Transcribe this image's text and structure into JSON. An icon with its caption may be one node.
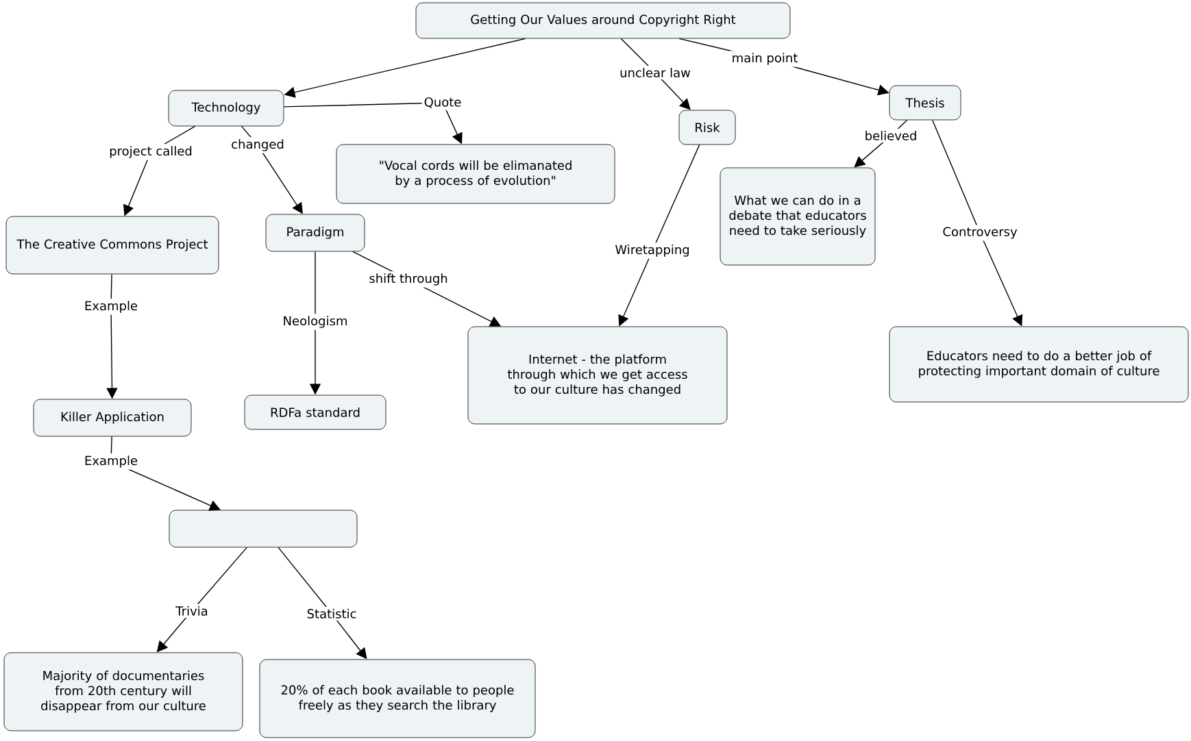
{
  "diagram": {
    "nodes": [
      {
        "text": [
          "Getting Our Values around Copyright Right"
        ]
      },
      {
        "text": [
          "Technology"
        ]
      },
      {
        "text": [
          "\"Vocal cords will be elimanated by a process of evolution\""
        ]
      },
      {
        "text": [
          "The Creative Commons Project"
        ]
      },
      {
        "text": [
          "Paradigm"
        ]
      },
      {
        "text": [
          "Risk"
        ]
      },
      {
        "text": [
          "Thesis"
        ]
      },
      {
        "text": [
          "What we can do in a debate that educators need to take seriously"
        ]
      },
      {
        "text": [
          "Internet - the platform through which we get access to our culture has changed"
        ]
      },
      {
        "text": [
          "Educators need to do a better job of protecting important domain of culture"
        ]
      },
      {
        "text": [
          "Killer Application"
        ]
      },
      {
        "text": [
          "RDFa standard"
        ]
      },
      {
        "text": [],
        "shape": "box"
      },
      {
        "text": [
          "Majority of documentaries from 20th century will disappear from our culture"
        ]
      },
      {
        "text": [
          "20% of each book available to people freely as they search the library"
        ]
      }
    ],
    "edges": [
      {
        "from": 0,
        "to": 1,
        "arrow": "to"
      },
      {
        "from": 0,
        "to": 5,
        "arrow": "to",
        "label": "unclear law"
      },
      {
        "from": 0,
        "to": 6,
        "arrow": "to",
        "label": "main point"
      },
      {
        "from": 1,
        "to": 2,
        "arrow": "to",
        "label": "Quote"
      },
      {
        "from": 1,
        "to": 3,
        "arrow": "to",
        "label": "project called"
      },
      {
        "from": 1,
        "to": 4,
        "arrow": "to",
        "label": "changed"
      },
      {
        "from": 3,
        "to": 10,
        "arrow": "to",
        "label": "Example"
      },
      {
        "from": 4,
        "to": 11,
        "arrow": "to",
        "label": "Neologism"
      },
      {
        "from": 4,
        "to": 8,
        "arrow": "to",
        "label": "shift through"
      },
      {
        "from": 5,
        "to": 8,
        "arrow": "to",
        "label": "Wiretapping"
      },
      {
        "from": 6,
        "to": 7,
        "arrow": "to",
        "label": "believed"
      },
      {
        "from": 6,
        "to": 9,
        "arrow": "to",
        "label": "Controversy"
      },
      {
        "from": 10,
        "to": 12,
        "arrow": "to",
        "label": "Example"
      },
      {
        "from": 12,
        "to": 13,
        "arrow": "to",
        "label": "Trivia"
      },
      {
        "from": 12,
        "to": 14,
        "arrow": "to",
        "label": "Statistic"
      }
    ]
  }
}
